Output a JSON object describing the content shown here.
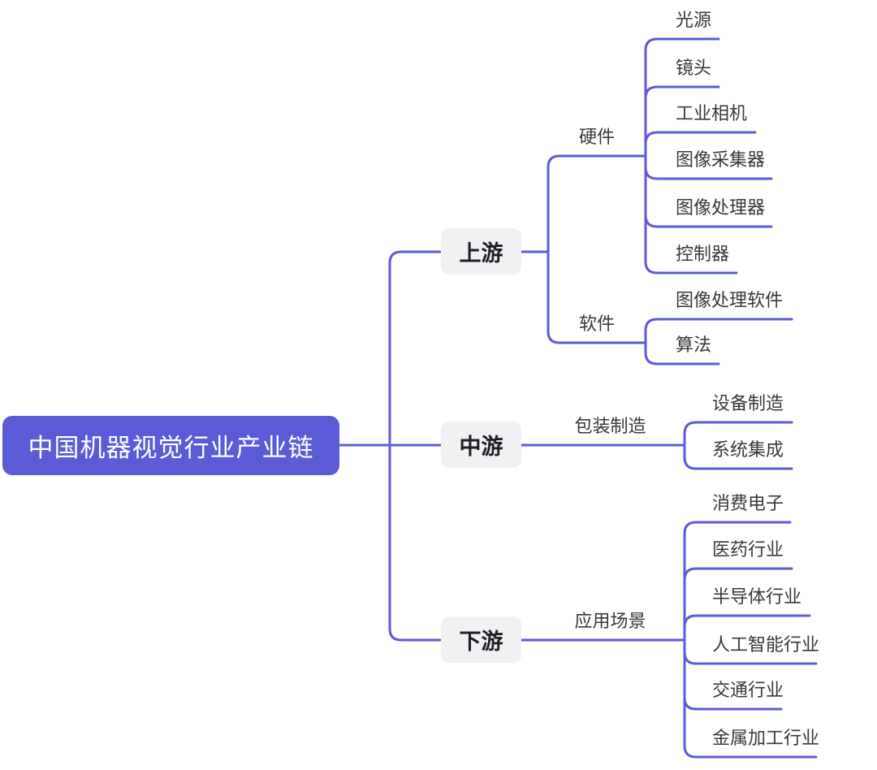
{
  "colors": {
    "accent": "#5B5BD8",
    "line": "#5B5BD8",
    "node_bg": "#F1F1F3",
    "node_text": "#1F1F24",
    "label_text": "#38383C",
    "root_text": "#FFFFFF"
  },
  "root": {
    "label": "中国机器视觉行业产业链"
  },
  "branches": [
    {
      "label": "上游",
      "groups": [
        {
          "label": "硬件",
          "children": [
            "光源",
            "镜头",
            "工业相机",
            "图像采集器",
            "图像处理器",
            "控制器"
          ]
        },
        {
          "label": "软件",
          "children": [
            "图像处理软件",
            "算法"
          ]
        }
      ]
    },
    {
      "label": "中游",
      "groups": [
        {
          "label": "包装制造",
          "children": [
            "设备制造",
            "系统集成"
          ]
        }
      ]
    },
    {
      "label": "下游",
      "groups": [
        {
          "label": "应用场景",
          "children": [
            "消费电子",
            "医药行业",
            "半导体行业",
            "人工智能行业",
            "交通行业",
            "金属加工行业"
          ]
        }
      ]
    }
  ]
}
